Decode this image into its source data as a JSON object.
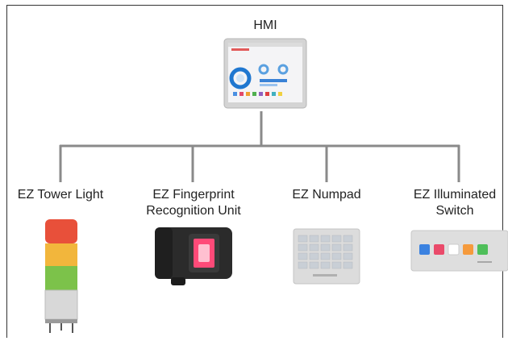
{
  "diagram": {
    "root": {
      "label": "HMI"
    },
    "children": [
      {
        "label": "EZ Tower Light"
      },
      {
        "label": "EZ Fingerprint Recognition Unit",
        "lines": [
          "EZ Fingerprint",
          "Recognition Unit"
        ]
      },
      {
        "label": "EZ Numpad"
      },
      {
        "label": "EZ Illuminated Switch",
        "lines": [
          "EZ Illuminated",
          "Switch"
        ]
      }
    ],
    "switch_colors": [
      "#3b82e0",
      "#ea4a6a",
      "#ffffff",
      "#f59a3c",
      "#4fbf5a"
    ],
    "tower_colors": [
      "#e8503a",
      "#f2b63c",
      "#7cc24a"
    ]
  }
}
